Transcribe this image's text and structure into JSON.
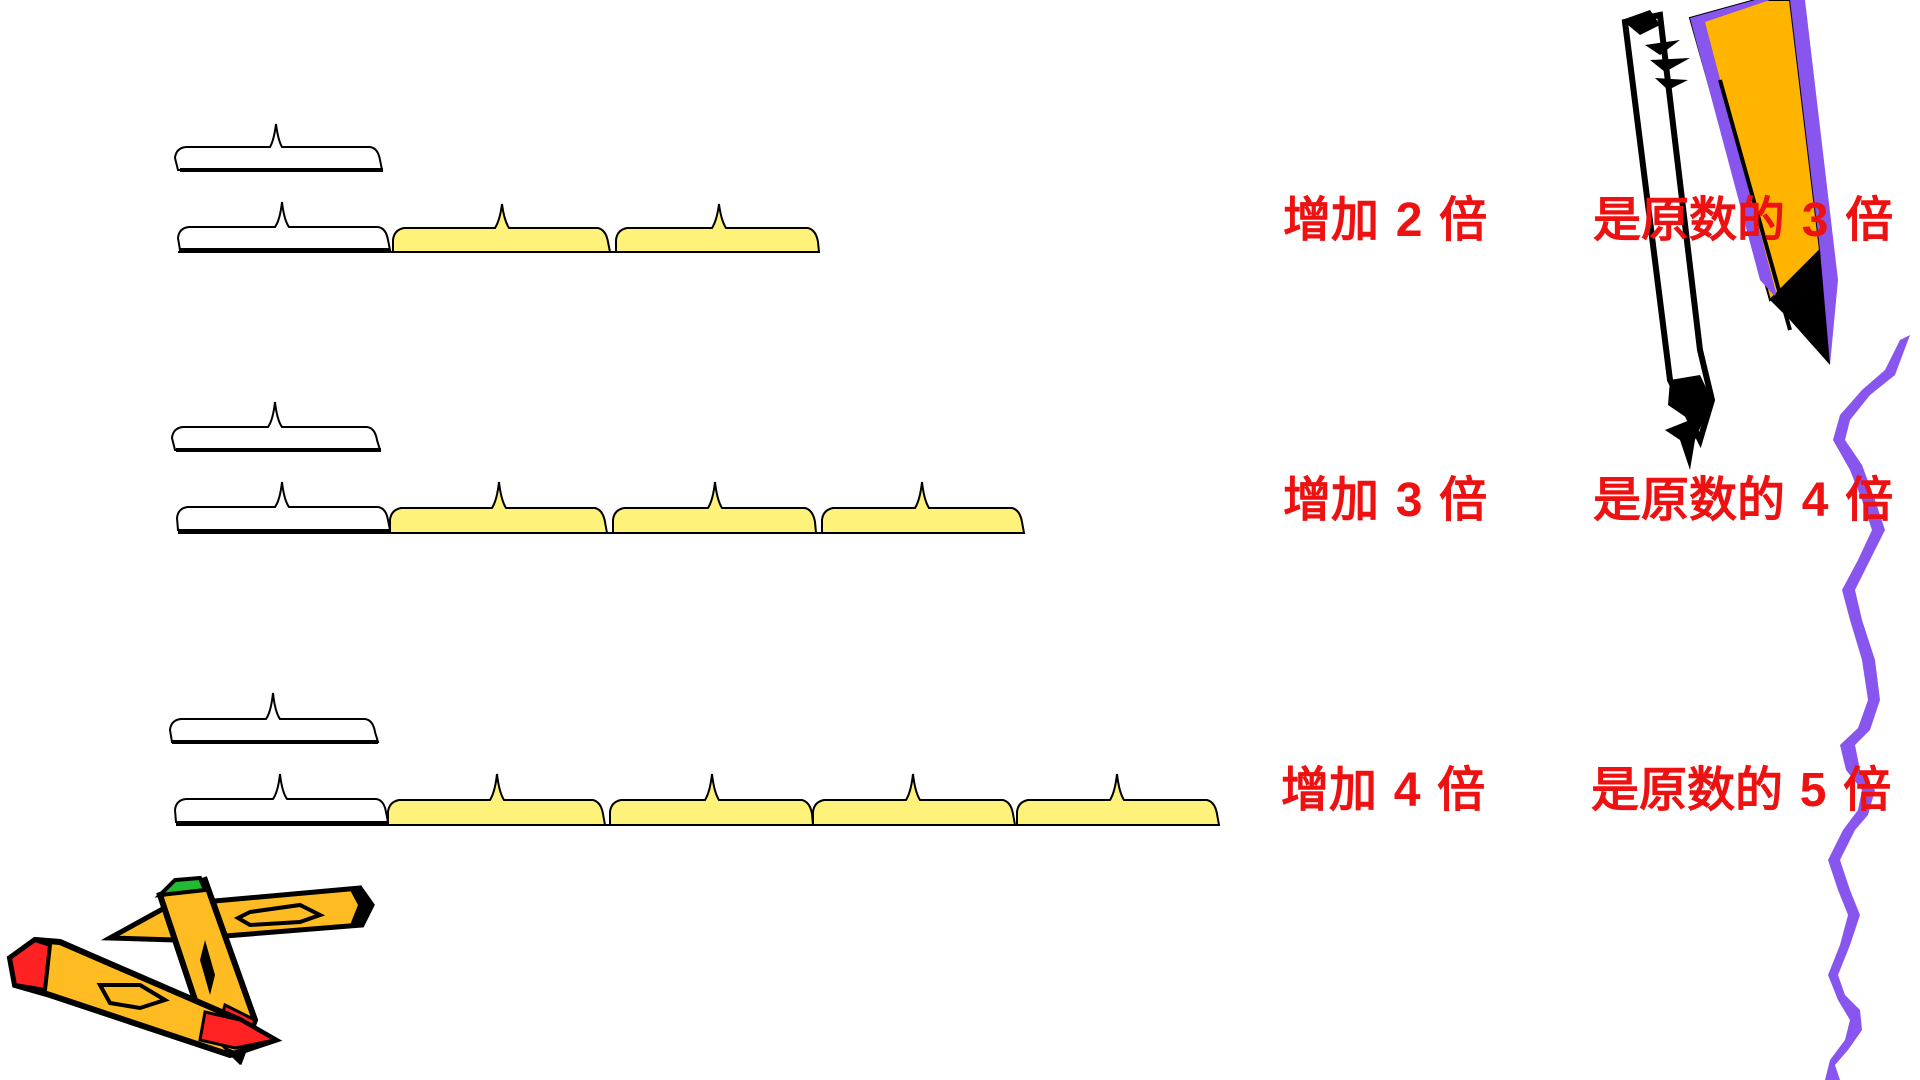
{
  "rows": [
    {
      "increase_prefix": "增加",
      "increase_number": "2",
      "increase_suffix": "倍",
      "result_prefix": "是原数的",
      "result_number": "3",
      "result_suffix": "倍",
      "added_segments": 2
    },
    {
      "increase_prefix": "增加",
      "increase_number": "3",
      "increase_suffix": "倍",
      "result_prefix": "是原数的",
      "result_number": "4",
      "result_suffix": "倍",
      "added_segments": 3
    },
    {
      "increase_prefix": "增加",
      "increase_number": "4",
      "increase_suffix": "倍",
      "result_prefix": "是原数的",
      "result_number": "5",
      "result_suffix": "倍",
      "added_segments": 4
    }
  ],
  "colors": {
    "label_text": "#ee1111",
    "segment_fill": "#fff27a",
    "original_fill": "#ffffff",
    "outline": "#000000",
    "pen_orange": "#ffb400",
    "pen_purple": "#8855ee",
    "crayon_yellow": "#ffbb22",
    "crayon_red": "#ff2222",
    "crayon_green": "#22bb33"
  },
  "icons": {
    "top_right": "quill-pen-icon",
    "bottom_left": "crayons-icon",
    "right_edge": "purple-ribbon-decoration"
  }
}
